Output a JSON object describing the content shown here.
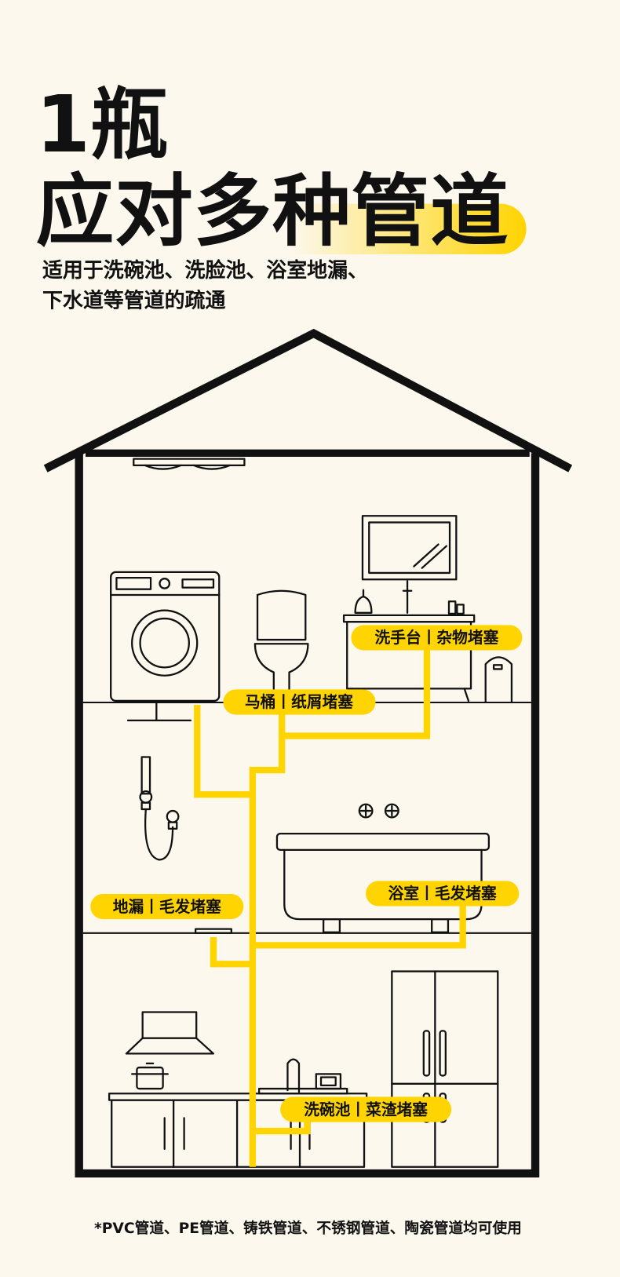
{
  "colors": {
    "background": "#FCF8EE",
    "accent": "#FFD400",
    "ink": "#111111"
  },
  "headline": {
    "line1": "1瓶",
    "line2": "应对多种管道"
  },
  "subtitle": {
    "line1": "适用于洗碗池、洗脸池、浴室地漏、",
    "line2": "下水道等管道的疏通"
  },
  "labels": [
    {
      "text": "洗手台丨杂物堵塞"
    },
    {
      "text": "马桶丨纸屑堵塞"
    },
    {
      "text": "地漏丨毛发堵塞"
    },
    {
      "text": "浴室丨毛发堵塞"
    },
    {
      "text": "洗碗池丨菜渣堵塞"
    }
  ],
  "footnote": "*PVC管道、PE管道、铸铁管道、不锈钢管道、陶瓷管道均可使用"
}
